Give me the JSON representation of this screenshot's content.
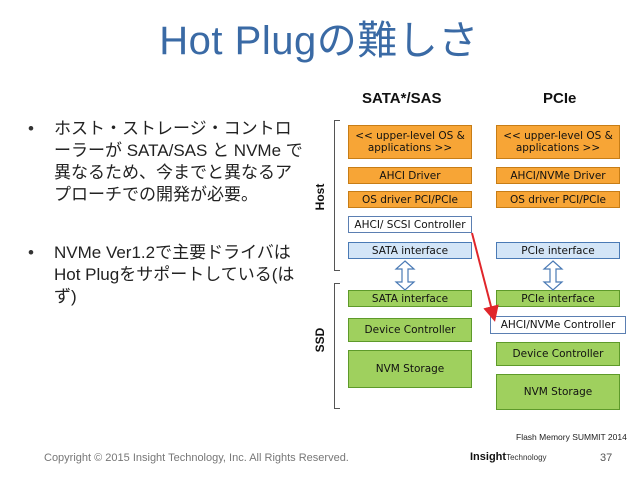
{
  "title": "Hot Plugの難しさ",
  "bullets": [
    "ホスト・ストレージ・コントローラーが SATA/SAS と NVMe で異なるため、今までと異なるアプローチでの開発が必要。",
    "NVMe Ver1.2で主要ドライバはHot Plugをサポートしている(はず)"
  ],
  "diagram": {
    "col_left_title": "SATA*/SAS",
    "col_right_title": "PCIe",
    "host_label": "Host",
    "ssd_label": "SSD",
    "left": {
      "os_apps": "<< upper-level OS & applications >>",
      "driver": "AHCI Driver",
      "os_driver": "OS driver PCI/PCIe",
      "controller": "AHCI/ SCSI Controller",
      "host_interface": "SATA interface",
      "ssd_interface": "SATA interface",
      "device_controller": "Device Controller",
      "storage": "NVM Storage"
    },
    "right": {
      "os_apps": "<< upper-level OS & applications >>",
      "driver": "AHCI/NVMe Driver",
      "os_driver": "OS driver PCI/PCIe",
      "host_interface": "PCIe interface",
      "ssd_interface": "PCIe interface",
      "controller": "AHCI/NVMe Controller",
      "device_controller": "Device Controller",
      "storage": "NVM Storage"
    },
    "source": "Flash Memory SUMMIT 2014"
  },
  "footer": {
    "copyright": "Copyright © 2015 Insight Technology, Inc. All Rights Reserved.",
    "logo_bold": "Insight",
    "logo_rest": "Technology",
    "page_number": "37"
  },
  "colors": {
    "title": "#3a6aa5",
    "orange": "#f7a536",
    "blue": "#d3e5f7",
    "green": "#9fd05e",
    "arrow": "#e0262b"
  }
}
